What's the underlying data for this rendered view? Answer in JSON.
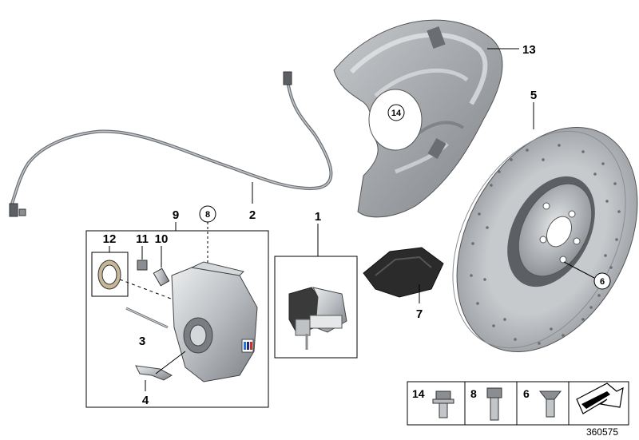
{
  "callouts": {
    "shield": "13",
    "shield_hole": "14",
    "disc": "5",
    "disc_bolt": "6",
    "sensor": "2",
    "caliper_set": "9",
    "caliper_bolt": "8",
    "pads_set": "1",
    "pad_spring": "7",
    "seal": "12",
    "bleeder_cap": "11",
    "bleeder": "10",
    "guide_pin": "3",
    "clip": "4"
  },
  "legend": {
    "items": [
      {
        "label": "14",
        "icon": "flange-bolt-icon"
      },
      {
        "label": "8",
        "icon": "hex-bolt-icon"
      },
      {
        "label": "6",
        "icon": "countersunk-screw-icon"
      }
    ],
    "arrow_icon": "direction-arrow-icon"
  },
  "doc_number": "360575",
  "colors": {
    "line": "#000000",
    "metal_light": "#d8dadc",
    "metal_mid": "#a9adb1",
    "metal_dark": "#6e7276",
    "rubber": "#2b2b2b"
  }
}
